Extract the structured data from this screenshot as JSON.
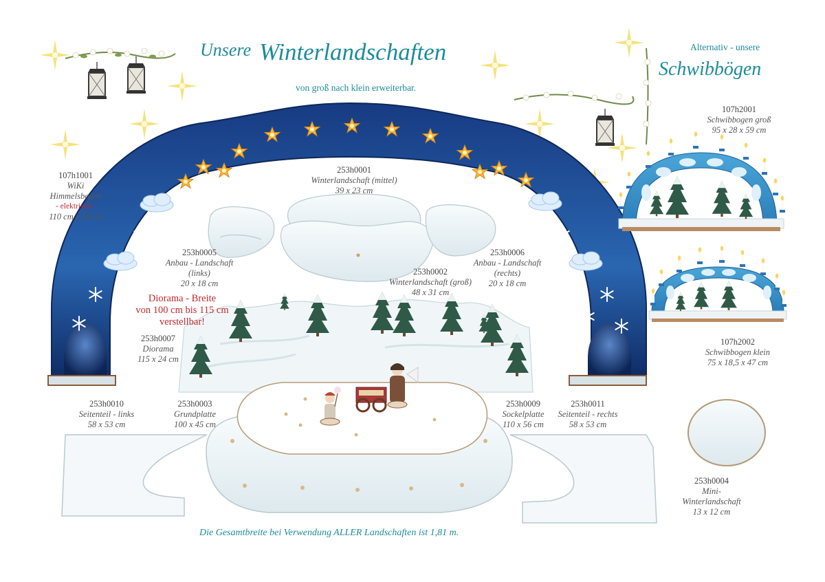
{
  "header": {
    "title_prefix": "Unsere",
    "title_main": "Winterlandschaften",
    "subtitle": "von groß nach klein erweiterbar."
  },
  "alternative": {
    "line1": "Alternativ - unsere",
    "title": "Schwibbögen"
  },
  "products": {
    "himmelsbogen": {
      "code": "107h1001",
      "line1": "WiKi",
      "line2": "Himmelsbogen",
      "note": "- elektrisch -",
      "size": "110 cm x 50 cm"
    },
    "mittel": {
      "code": "253h0001",
      "name": "Winterlandschaft (mittel)",
      "size": "39 x 23 cm"
    },
    "links": {
      "code": "253h0005",
      "line1": "Anbau - Landschaft",
      "line2": "(links)",
      "size": "20 x 18 cm"
    },
    "gross": {
      "code": "253h0002",
      "name": "Winterlandschaft (groß)",
      "size": "48 x 31 cm"
    },
    "rechts": {
      "code": "253h0006",
      "line1": "Anbau - Landschaft",
      "line2": "(rechts)",
      "size": "20 x 18 cm"
    },
    "diorama": {
      "code": "253h0007",
      "name": "Diorama",
      "size": "115 x 24 cm"
    },
    "seitenteil_links": {
      "code": "253h0010",
      "name": "Seitenteil - links",
      "size": "58 x 53 cm"
    },
    "grundplatte": {
      "code": "253h0003",
      "name": "Grundplatte",
      "size": "100 x 45 cm"
    },
    "sockelplatte": {
      "code": "253h0009",
      "name": "Sockelplatte",
      "size": "110 x 56 cm"
    },
    "seitenteil_rechts": {
      "code": "253h0011",
      "name": "Seitenteil - rechts",
      "size": "58 x 53 cm"
    },
    "mini": {
      "code": "253h0004",
      "line1": "Mini-",
      "line2": "Winterlandschaft",
      "size": "13 x 12 cm"
    },
    "schwibbogen_gross": {
      "code": "107h2001",
      "name": "Schwibbogen groß",
      "size": "95 x 28 x 59 cm"
    },
    "schwibbogen_klein": {
      "code": "107h2002",
      "name": "Schwibbogen klein",
      "size": "75 x 18,5 x 47 cm"
    }
  },
  "diorama_note": {
    "line1": "Diorama - Breite",
    "line2": "von 100 cm bis 115 cm",
    "line3": "verstellbar!"
  },
  "footer": {
    "note": "Die Gesamtbreite bei Verwendung ALLER Landschaften ist 1,81 m."
  },
  "colors": {
    "teal": "#1c8c98",
    "red": "#c0282b",
    "arch_dark": "#0f2f6e",
    "arch_light": "#3a7fc8",
    "snow": "#eef4f6",
    "gold": "#f4b73a"
  }
}
